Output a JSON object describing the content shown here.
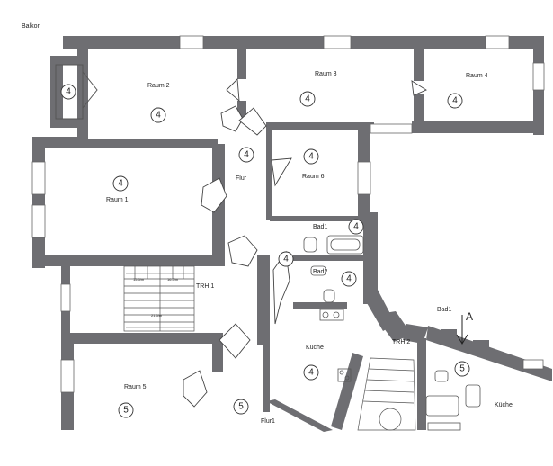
{
  "plan": {
    "balcony_label": "Balkon",
    "rooms": [
      {
        "id": "raum2",
        "label": "Raum 2",
        "badge": "4"
      },
      {
        "id": "raum3",
        "label": "Raum 3",
        "badge": "4"
      },
      {
        "id": "raum4",
        "label": "Raum 4",
        "badge": "4"
      },
      {
        "id": "raum1",
        "label": "Raum 1",
        "badge": "4"
      },
      {
        "id": "raum6",
        "label": "Raum 6",
        "badge": "4"
      },
      {
        "id": "flur",
        "label": "Flur",
        "badge": "4"
      },
      {
        "id": "bad1",
        "label": "Bad1",
        "badge": "4"
      },
      {
        "id": "bad2",
        "label": "Bad2",
        "badge": "4"
      },
      {
        "id": "trh1",
        "label": "TRH 1",
        "badge": ""
      },
      {
        "id": "kueche",
        "label": "Küche",
        "badge": "4"
      },
      {
        "id": "raum5",
        "label": "Raum 5",
        "badge": "5"
      },
      {
        "id": "flur1",
        "label": "Flur1",
        "badge": "5"
      },
      {
        "id": "trh2",
        "label": "TRH 2",
        "badge": ""
      },
      {
        "id": "bad1-right",
        "label": "Bad1",
        "badge": "5"
      },
      {
        "id": "kueche-right",
        "label": "Küche",
        "badge": ""
      }
    ],
    "balcony_badge": "4",
    "flur_upper_badge": "4",
    "section_marker": "A",
    "stair_dims": [
      "15.5/m",
      "16.5/m",
      "21.5/m"
    ]
  }
}
